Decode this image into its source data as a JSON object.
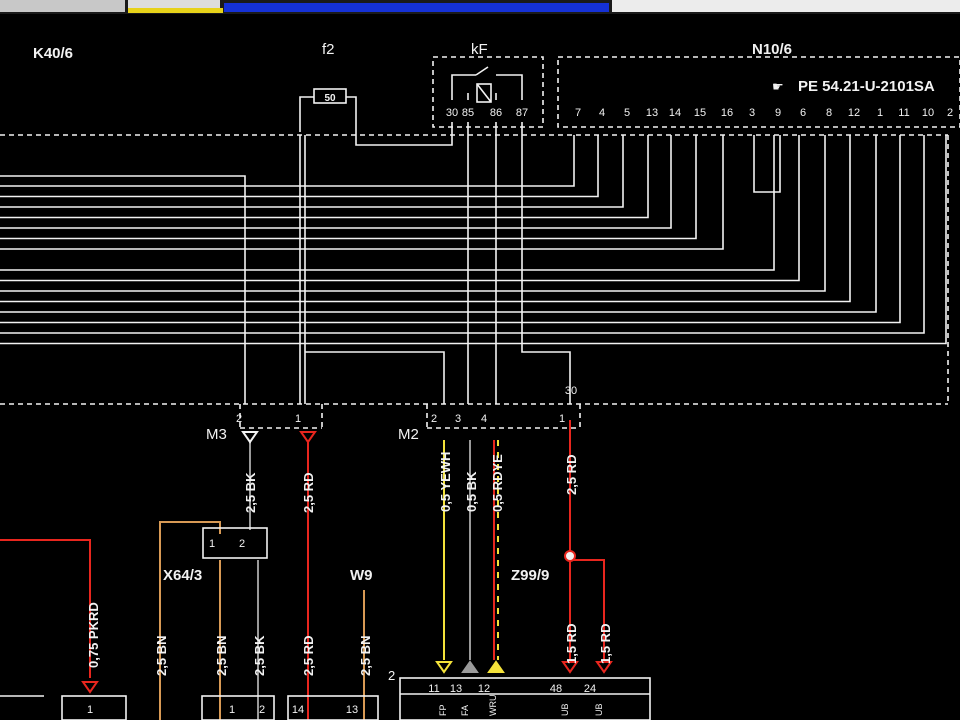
{
  "colors": {
    "background": "#000000",
    "wire_white": "#f2f2f2",
    "wire_red": "#e8261e",
    "wire_yellow": "#f4e23a",
    "wire_brown": "#d89a55",
    "wire_grey": "#9a9a9a",
    "top_strip_yellow": "#e7d21a",
    "top_strip_blue": "#1531d6"
  },
  "components": {
    "k40": {
      "label": "K40/6"
    },
    "f2": {
      "label": "f2",
      "rating": "50"
    },
    "kf": {
      "label": "kF",
      "pins": [
        "30",
        "85",
        "86",
        "87"
      ]
    },
    "n10": {
      "label": "N10/6",
      "ref": "PE 54.21-U-2101SA",
      "pins": [
        "7",
        "4",
        "5",
        "13",
        "14",
        "15",
        "16",
        "3",
        "9",
        "6",
        "8",
        "12",
        "1",
        "11",
        "10",
        "2"
      ]
    },
    "m3": {
      "label": "M3",
      "pins": [
        "2",
        "1"
      ]
    },
    "m2": {
      "label": "M2",
      "pins": [
        "2",
        "3",
        "4",
        "1"
      ],
      "extra_pin": "30"
    },
    "x64": {
      "label": "X64/3",
      "pins": [
        "1",
        "2"
      ]
    },
    "w9": {
      "label": "W9"
    },
    "z99": {
      "label": "Z99/9"
    },
    "bottom_right": {
      "row_label": "2",
      "pins": [
        "11",
        "13",
        "12",
        "48",
        "24"
      ],
      "sub_labels": [
        "FP",
        "FA",
        "WRU",
        "UB",
        "UB"
      ]
    },
    "bottom_left": {
      "pins": [
        "1",
        "1",
        "2",
        "14",
        "13"
      ]
    }
  },
  "wire_labels": {
    "m3_bk": "2,5 BK",
    "m3_rd": "2,5 RD",
    "m2_yewh": "0,5 YEWH",
    "m2_bk": "0,5 BK",
    "m2_rdye": "0,5 RDYE",
    "m2_rd": "2,5 RD",
    "left_pkrd": "0,75 PKRD",
    "bn_1": "2,5 BN",
    "bn_2": "2,5 BN",
    "bk_x64": "2,5 BK",
    "rd_lower": "2,5 RD",
    "bn_w9": "2,5 BN",
    "rd_z1": "1,5 RD",
    "rd_z2": "1,5 RD"
  }
}
